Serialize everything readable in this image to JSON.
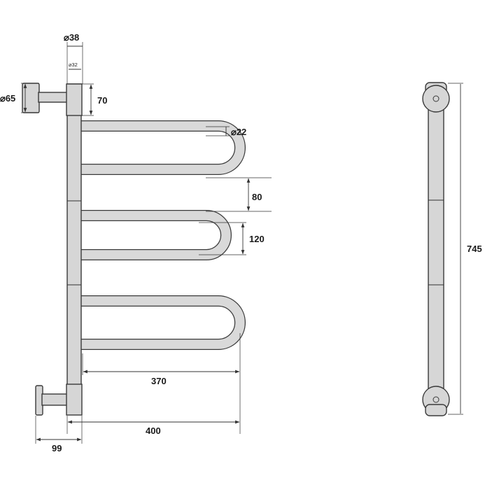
{
  "dimensions": {
    "tube_diameter": "⌀38",
    "inner_diameter": "⌀32",
    "flange_diameter": "⌀65",
    "mount_height": "70",
    "rung_diameter": "⌀22",
    "rung_spacing": "80",
    "loop_height": "120",
    "rung_length": "370",
    "total_width": "400",
    "wall_offset": "99",
    "total_height": "745"
  },
  "colors": {
    "fill": "#d6d6d6",
    "stroke": "#3a3a3a",
    "text": "#1a1a1a"
  }
}
